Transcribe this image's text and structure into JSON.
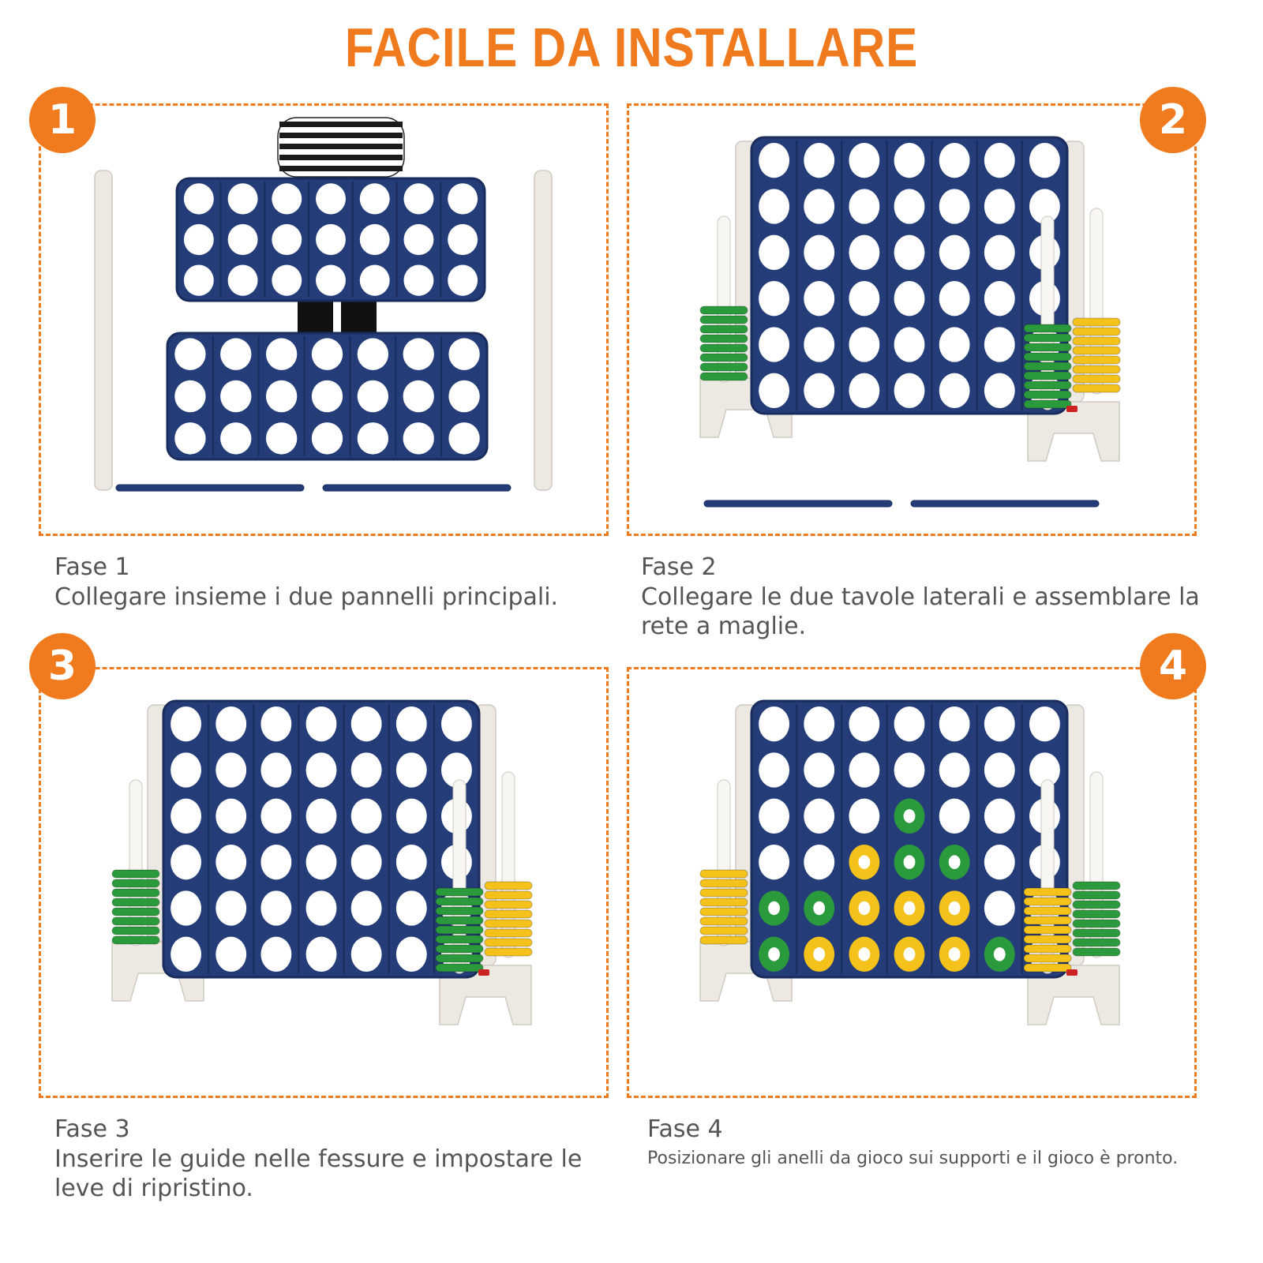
{
  "title": "FACILE DA INSTALLARE",
  "colors": {
    "accent": "#f07a1e",
    "board": "#243c78",
    "board_dark": "#1a2c5c",
    "frame": "#ece9e3",
    "green": "#2b9a3c",
    "yellow": "#f4c21a",
    "text": "#555555"
  },
  "steps": [
    {
      "number": "1",
      "label": "Fase 1",
      "desc": "Collegare insieme i due pannelli principali."
    },
    {
      "number": "2",
      "label": "Fase 2",
      "desc": "Collegare le due tavole laterali e assemblare la rete a maglie."
    },
    {
      "number": "3",
      "label": "Fase 3",
      "desc": "Inserire le guide nelle fessure e impostare le leve di ripristino."
    },
    {
      "number": "4",
      "label": "Fase 4",
      "desc": "Posizionare gli anelli da gioco sui supporti e il gioco è pronto."
    }
  ],
  "board_pattern": [
    "..........",
    ".......",
    ".......",
    ".......",
    ".......",
    ".......",
    "......."
  ],
  "step4_pieces": [
    ".......",
    ".......",
    "...G...",
    "..YGG..",
    "GGYYY..",
    "GYYYYG."
  ]
}
